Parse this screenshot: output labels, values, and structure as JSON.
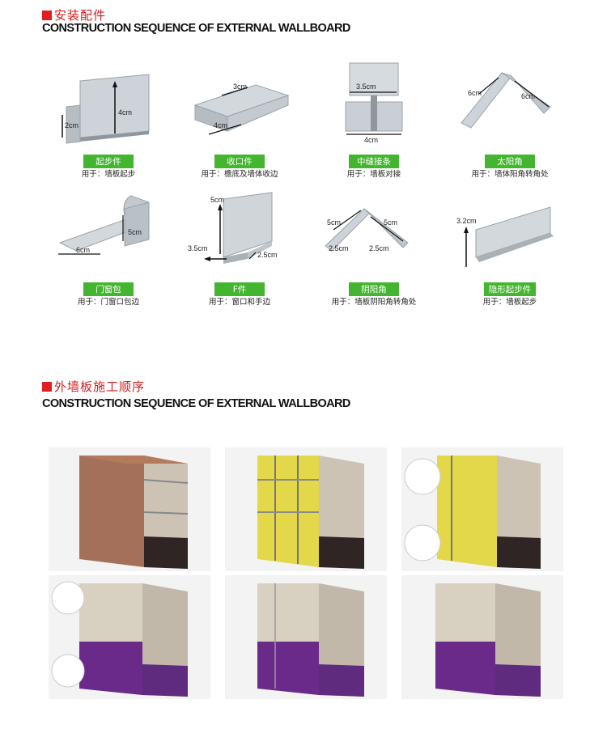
{
  "section1": {
    "title": "安装配件",
    "subtitle": "CONSTRUCTION SEQUENCE OF EXTERNAL WALLBOARD"
  },
  "section2": {
    "title": "外墙板施工顺序",
    "subtitle": "CONSTRUCTION SEQUENCE OF EXTERNAL WALLBOARD"
  },
  "accessories": [
    {
      "name": "起步件",
      "use": "用于：墙板起步",
      "dims": [
        "2cm",
        "4cm"
      ]
    },
    {
      "name": "收口件",
      "use": "用于：檐底及墙体收边",
      "dims": [
        "3cm",
        "4cm"
      ]
    },
    {
      "name": "中缝接条",
      "use": "用于：墙板对接",
      "dims": [
        "3.5cm",
        "4cm"
      ]
    },
    {
      "name": "太阳角",
      "use": "用于：墙体阳角转角处",
      "dims": [
        "6cm",
        "6cm"
      ]
    },
    {
      "name": "门窗包",
      "use": "用于：门窗口包边",
      "dims": [
        "6cm",
        "5cm"
      ]
    },
    {
      "name": "F件",
      "use": "用于：窗口和手边",
      "dims": [
        "5cm",
        "3.5cm",
        "2.5cm"
      ]
    },
    {
      "name": "阴阳角",
      "use": "用于：墙板阴阳角转角处",
      "dims": [
        "5cm",
        "5cm",
        "2.5cm",
        "2.5cm"
      ]
    },
    {
      "name": "隐形起步件",
      "use": "用于：墙板起步",
      "dims": [
        "3.2cm"
      ]
    }
  ],
  "colors": {
    "title_red": "#e02020",
    "label_green": "#43b52e",
    "brick": "#a5705a",
    "insulation": "#e2d84a",
    "panel": "#d8d0c0",
    "base_purple": "#6a2a8a"
  }
}
